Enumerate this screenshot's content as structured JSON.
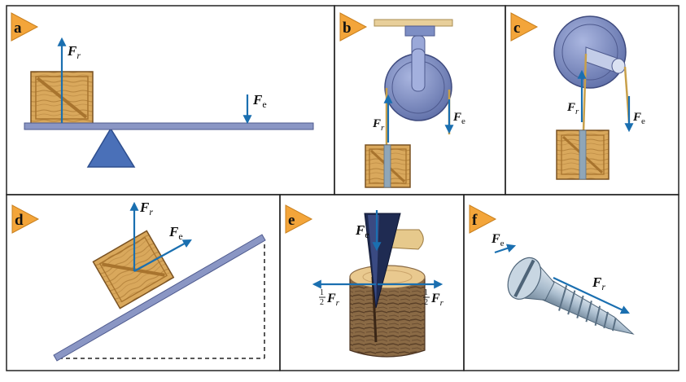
{
  "panels": [
    {
      "id": "a",
      "badge": "a"
    },
    {
      "id": "b",
      "badge": "b"
    },
    {
      "id": "c",
      "badge": "c"
    },
    {
      "id": "d",
      "badge": "d"
    },
    {
      "id": "e",
      "badge": "e"
    },
    {
      "id": "f",
      "badge": "f"
    }
  ],
  "labels": {
    "force_symbol": "F",
    "sub_resistance": "r",
    "sub_effort": "e",
    "half_num": "1",
    "half_den": "2"
  },
  "colors": {
    "frame": "#222222",
    "badge_fill": "#f3a53a",
    "arrow": "#1a6fb0",
    "beam": "#8a96c4",
    "fulcrum": "#4a70b8",
    "crate": "#d9a85c",
    "crate_dark": "#a8742e",
    "pulley": "#7d8ec4",
    "rope": "#c8a04a",
    "screw": "#a9bccd",
    "wood_bark": "#7a5a38"
  }
}
